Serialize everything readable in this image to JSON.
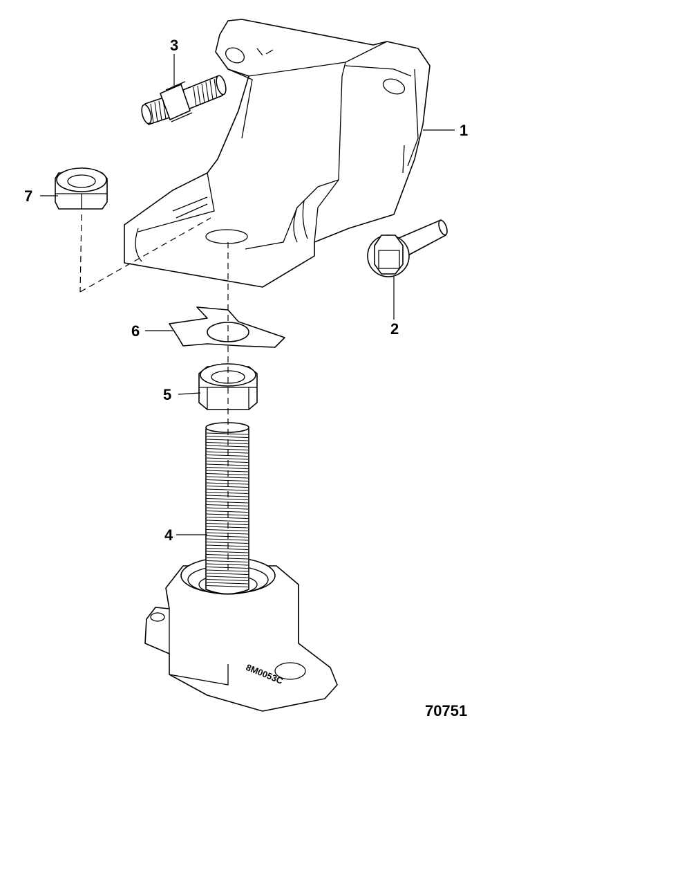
{
  "figure": {
    "number": "70751",
    "part_stamp": "8M0053C"
  },
  "callouts": [
    {
      "id": "1",
      "label": "1"
    },
    {
      "id": "2",
      "label": "2"
    },
    {
      "id": "3",
      "label": "3"
    },
    {
      "id": "4",
      "label": "4"
    },
    {
      "id": "5",
      "label": "5"
    },
    {
      "id": "6",
      "label": "6"
    },
    {
      "id": "7",
      "label": "7"
    }
  ],
  "colors": {
    "line": "#000000",
    "background": "#ffffff"
  },
  "parts": [
    "mount-bracket",
    "flange-bolt",
    "stud",
    "engine-mount-with-stud",
    "hex-nut",
    "tab-washer",
    "locknut"
  ]
}
